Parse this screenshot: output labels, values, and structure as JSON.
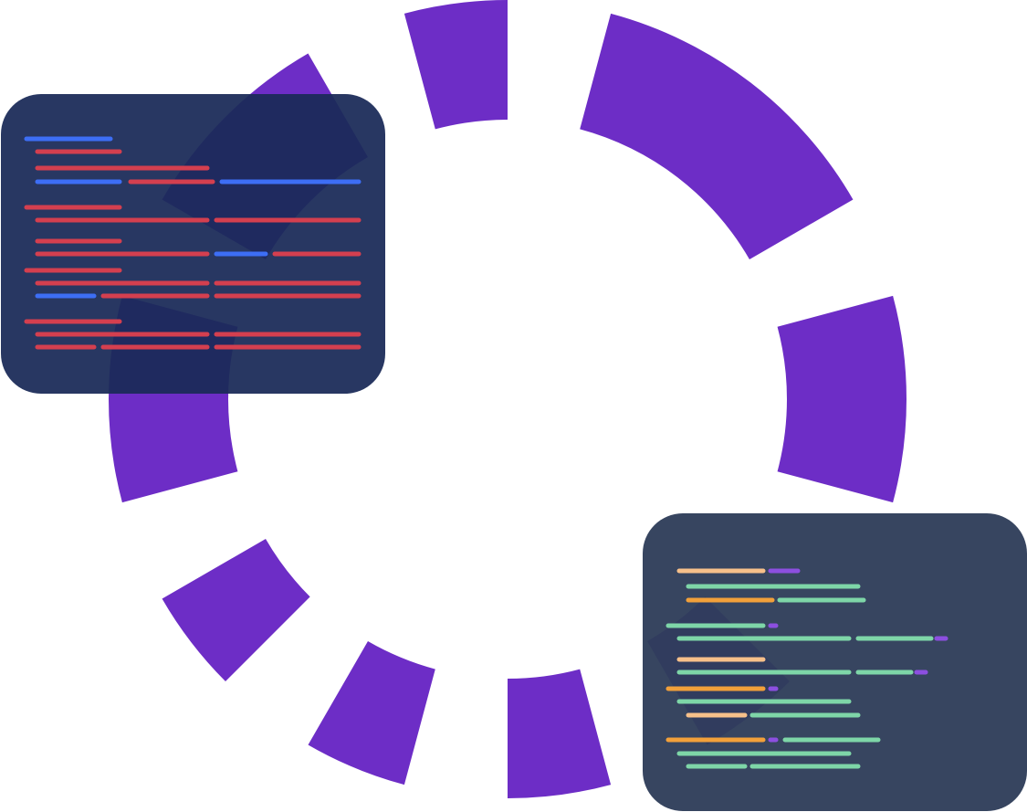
{
  "illustration": {
    "ring": {
      "color": "#6d2dc6",
      "segment_count": 12,
      "visible_segments": 10
    },
    "left_panel": {
      "background": "#1b2a58",
      "opacity_over_ring": "semi-transparent",
      "line_colors": {
        "primary": "#d43f4f",
        "accent": "#3d6ef5"
      }
    },
    "right_panel": {
      "background": "#2f3d5a",
      "opacity_over_ring": "semi-transparent",
      "line_colors": {
        "green": "#7ed6a8",
        "orange": "#f2a03a",
        "peach": "#f7c08a",
        "purple": "#8c4fe0"
      }
    }
  }
}
